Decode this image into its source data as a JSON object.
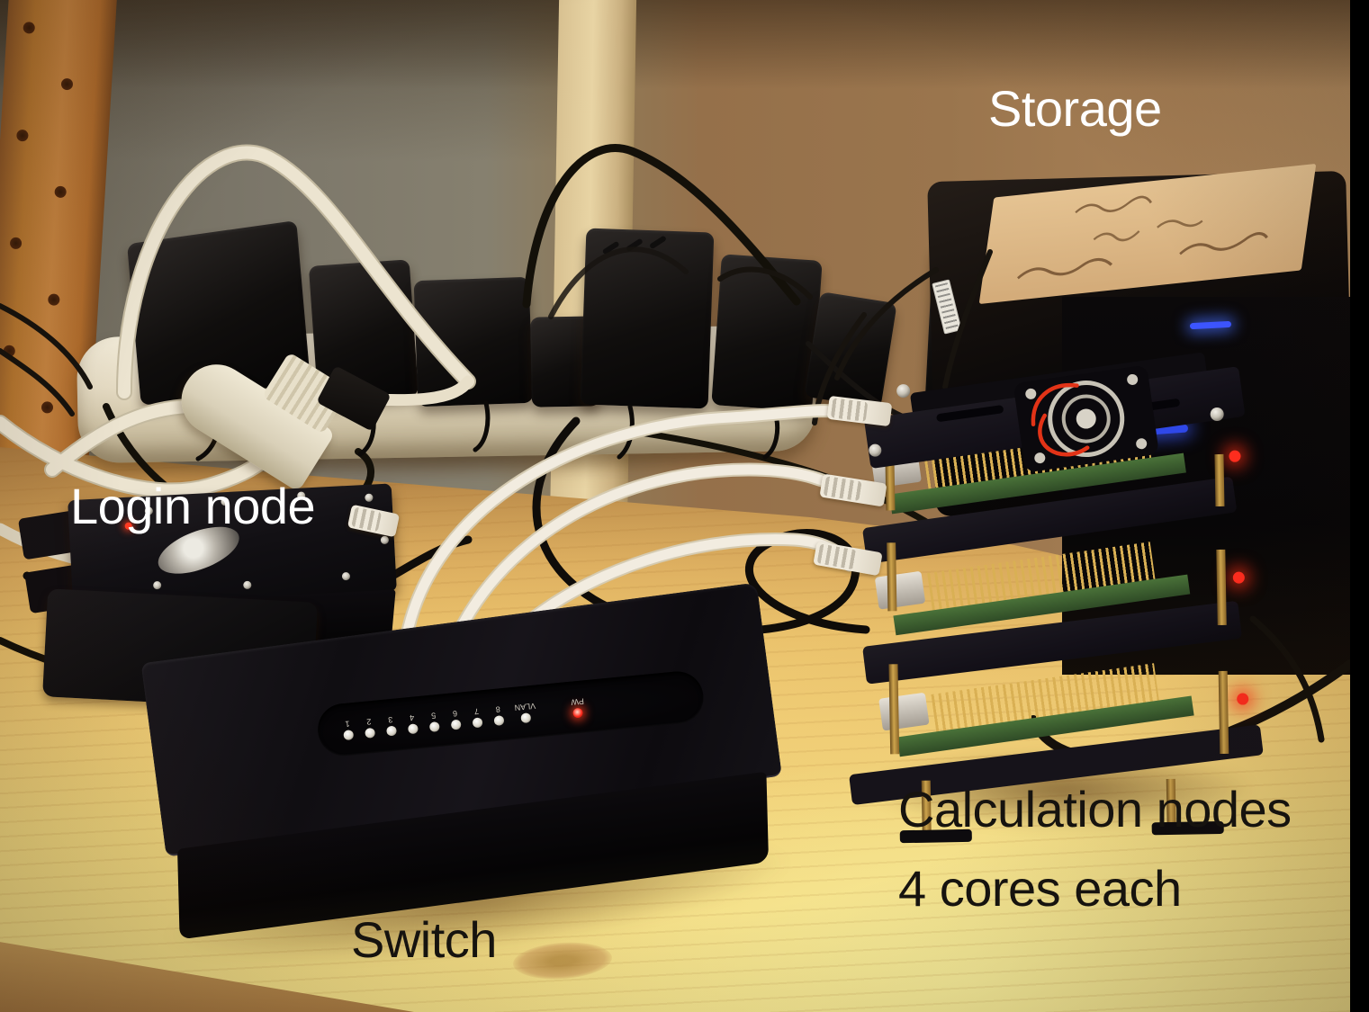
{
  "annotations": {
    "storage": "Storage",
    "login_node": "Login node",
    "switch": "Switch",
    "calculation_nodes_line1": "Calculation nodes",
    "calculation_nodes_line2": "4 cores each"
  },
  "switch_panel": {
    "ports": [
      {
        "label": "1",
        "lit": false
      },
      {
        "label": "2",
        "lit": false
      },
      {
        "label": "3",
        "lit": false
      },
      {
        "label": "4",
        "lit": false
      },
      {
        "label": "5",
        "lit": false
      },
      {
        "label": "6",
        "lit": false
      },
      {
        "label": "7",
        "lit": false
      },
      {
        "label": "8",
        "lit": false
      },
      {
        "label": "VLAN",
        "lit": false
      },
      {
        "label": "PW",
        "lit": true
      }
    ]
  },
  "status_leds": {
    "switch_power": "red",
    "storage_activity": "blue",
    "pi_nodes_power": "red"
  },
  "colors": {
    "label_light": "#ffffff",
    "label_dark": "#16130f",
    "led_red": "#ff2d1e",
    "led_blue": "#3c55ff",
    "desk_wood": "#e9c36e",
    "wall_left": "#85806f",
    "wall_right": "#9c7850",
    "device_black": "#141216"
  }
}
